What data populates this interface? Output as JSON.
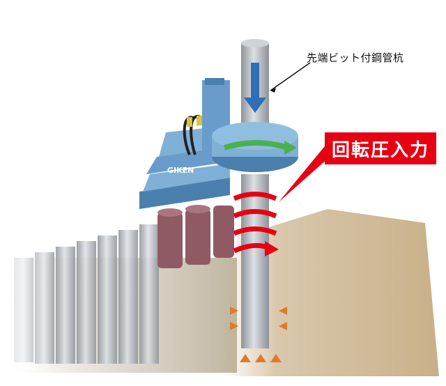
{
  "labels": {
    "pile_callout": "先端ビット付鋼管杭",
    "input_label": "回転圧入力",
    "machine_brand": "GIKEN"
  },
  "colors": {
    "accent_red": "#e60012",
    "machine_blue": "#7fb0d6",
    "machine_blue_dark": "#4a7fae",
    "pile_grey": "#b8bcc2",
    "soil": "#c9b089",
    "arrow_green": "#4caf50",
    "arrow_blue": "#2f6fb3",
    "arrow_orange": "#e07a2c"
  },
  "icons": [
    "down-arrow-icon",
    "rotation-arrow-icon",
    "upward-force-arrow-icon",
    "lateral-force-arrow-icon"
  ]
}
